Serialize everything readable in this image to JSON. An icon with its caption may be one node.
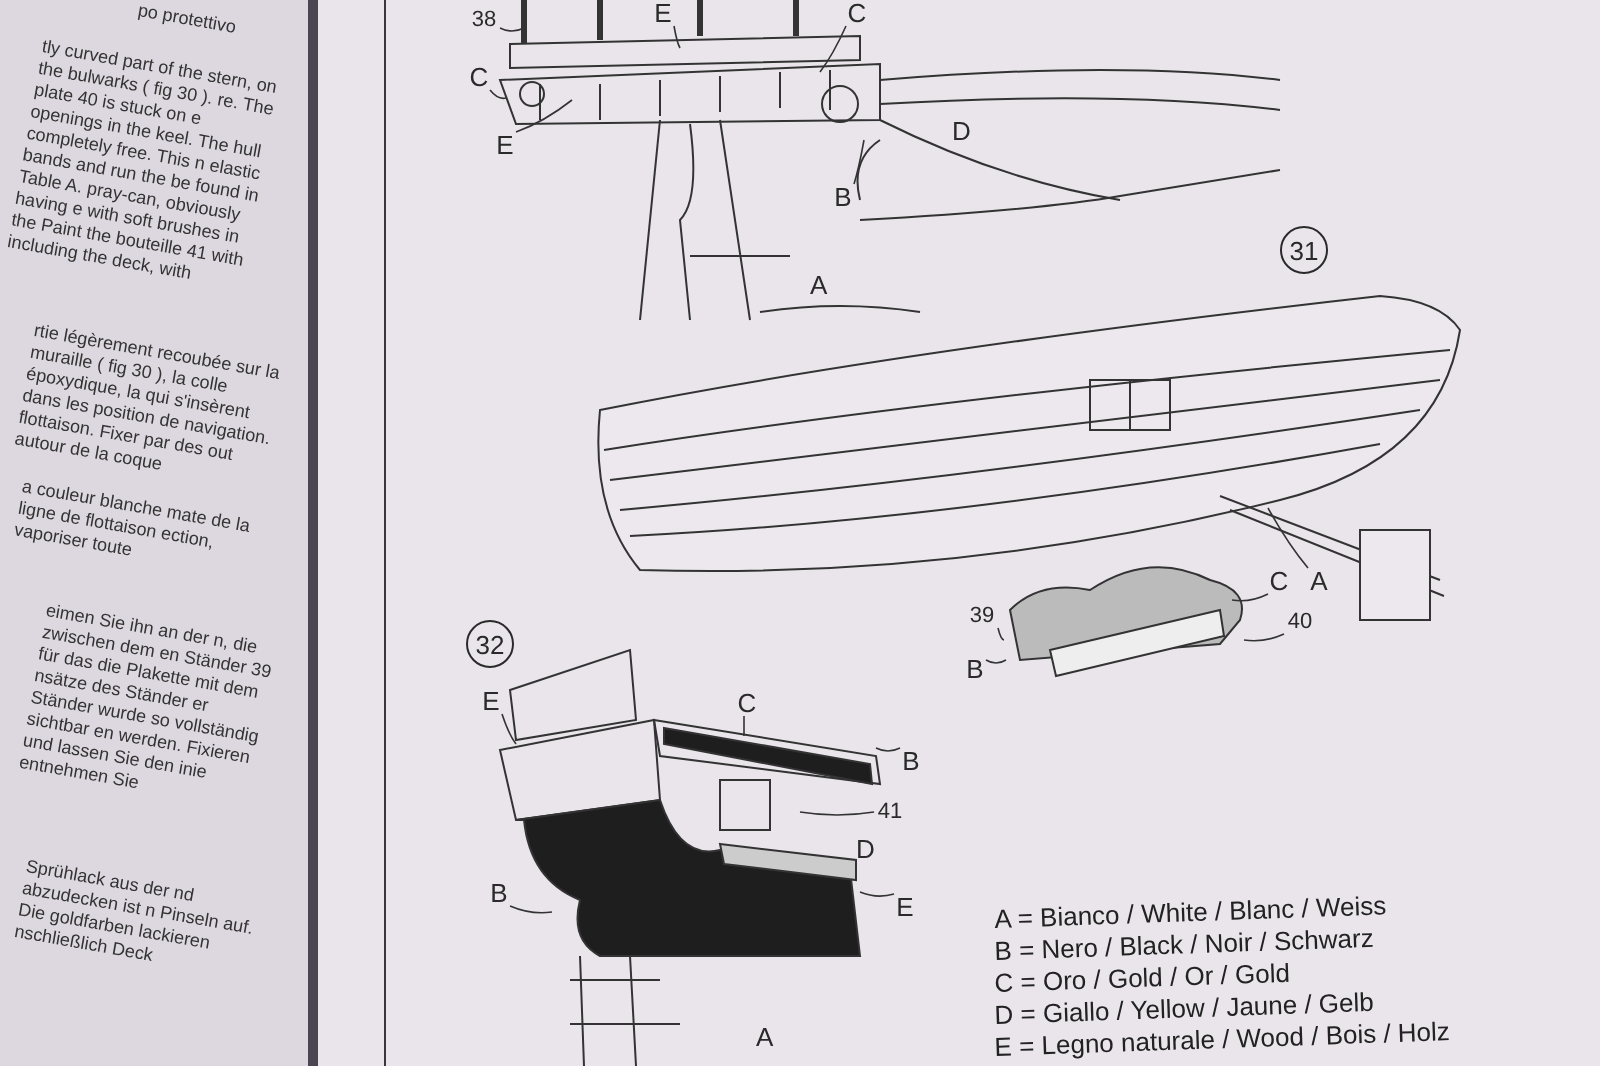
{
  "diagram": {
    "nodes": [
      {
        "text": [
          "31"
        ]
      },
      {
        "text": [
          "32"
        ]
      },
      {
        "text": [
          "38"
        ]
      },
      {
        "text": [
          "E"
        ]
      },
      {
        "text": [
          "C"
        ]
      },
      {
        "text": [
          "C"
        ]
      },
      {
        "text": [
          "E"
        ]
      },
      {
        "text": [
          "B"
        ]
      },
      {
        "text": [
          "39"
        ]
      },
      {
        "text": [
          "B"
        ]
      },
      {
        "text": [
          "C"
        ]
      },
      {
        "text": [
          "A"
        ]
      },
      {
        "text": [
          "40"
        ]
      },
      {
        "text": [
          "E"
        ]
      },
      {
        "text": [
          "C"
        ]
      },
      {
        "text": [
          "B"
        ]
      },
      {
        "text": [
          "41"
        ]
      },
      {
        "text": [
          "B"
        ]
      },
      {
        "text": [
          "E"
        ]
      }
    ],
    "edges": [
      {
        "from": 2,
        "to": null,
        "arrow": "none"
      },
      {
        "from": 3,
        "to": null,
        "arrow": "none"
      },
      {
        "from": 4,
        "to": null,
        "arrow": "none"
      },
      {
        "from": 5,
        "to": null,
        "arrow": "none"
      },
      {
        "from": 6,
        "to": null,
        "arrow": "none"
      },
      {
        "from": 7,
        "to": null,
        "arrow": "none"
      },
      {
        "from": 8,
        "to": null,
        "arrow": "none"
      },
      {
        "from": 9,
        "to": null,
        "arrow": "none"
      },
      {
        "from": 10,
        "to": null,
        "arrow": "none"
      },
      {
        "from": 11,
        "to": null,
        "arrow": "none"
      },
      {
        "from": 12,
        "to": null,
        "arrow": "none"
      },
      {
        "from": 13,
        "to": null,
        "arrow": "none"
      },
      {
        "from": 14,
        "to": null,
        "arrow": "none"
      },
      {
        "from": 15,
        "to": null,
        "arrow": "none"
      },
      {
        "from": 16,
        "to": null,
        "arrow": "none"
      },
      {
        "from": 17,
        "to": null,
        "arrow": "none"
      },
      {
        "from": 18,
        "to": null,
        "arrow": "none"
      }
    ],
    "labels": [
      "po protettivo",
      "tly curved part of the stern, on the bulwarks ( fig 30 ). re. The plate 40 is stuck on e openings in the keel. The hull completely free. This n elastic bands and run the be found in Table A. pray-can, obviously having e with soft brushes in the Paint the bouteille 41 with including the deck, with",
      "rtie légèrement recoubée sur la muraille ( fig 30 ), la colle époxydique, la qui s'insèrent dans les position de navigation. flottaison. Fixer par des out autour de la coque",
      "a couleur blanche mate de la ligne de flottaison ection, vaporiser toute",
      "eimen Sie ihn an der n, die zwischen dem en Ständer 39 für das die Plakette mit dem nsätze des Ständer er Ständer wurde so vollständig sichtbar en werden. Fixieren und lassen Sie den inie entnehmen Sie",
      "Sprühlack aus der nd abzudecken ist n Pinseln auf. Die goldfarben lackieren nschließlich Deck",
      "D",
      "A",
      "D",
      "A",
      "A = Bianco / White / Blanc / Weiss",
      "B = Nero / Black / Noir / Schwarz",
      "C = Oro / Gold / Or / Gold",
      "D = Giallo / Yellow / Jaune / Gelb",
      "E = Legno naturale / Wood / Bois / Holz"
    ]
  }
}
